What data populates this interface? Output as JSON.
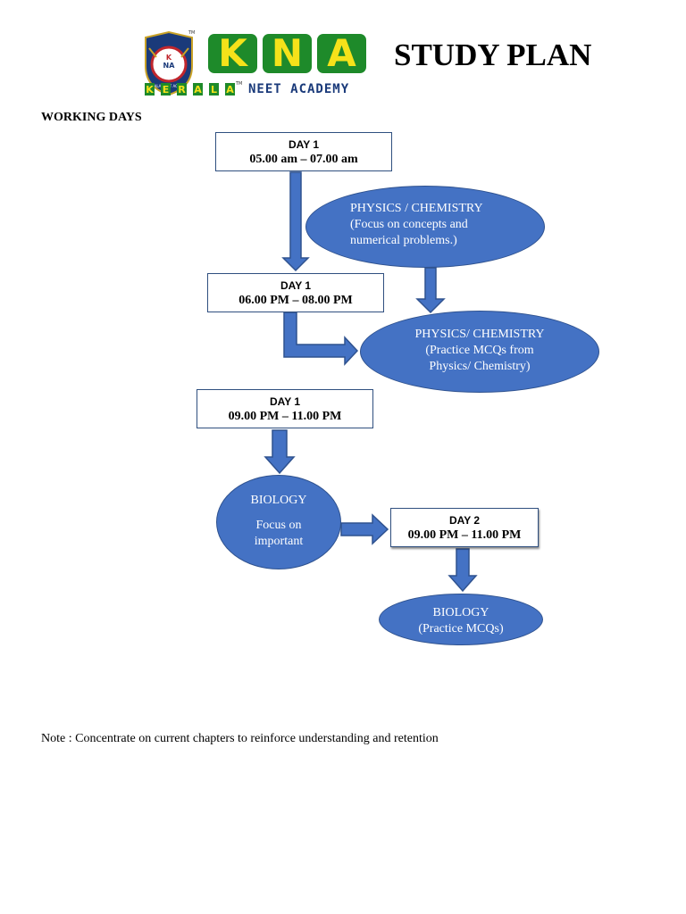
{
  "logo": {
    "badge_letters": [
      "K",
      "N",
      "A"
    ],
    "badge_ring_text": "KERALA NEET ACADEMY",
    "trademark": "TM",
    "letters": [
      "K",
      "N",
      "A"
    ],
    "kerala_letters": [
      "K",
      "E",
      "R",
      "A",
      "L",
      "A"
    ],
    "academy_text": "NEET ACADEMY",
    "colors": {
      "green": "#1e8a2a",
      "yellow": "#f5e21a",
      "navy": "#1a3a7a",
      "red": "#c0262d"
    }
  },
  "title": "STUDY PLAN",
  "section_heading": "WORKING DAYS",
  "boxes": [
    {
      "day": "DAY 1",
      "time": "05.00 am – 07.00 am"
    },
    {
      "day": "DAY 1",
      "time": "06.00 PM – 08.00 PM"
    },
    {
      "day": "DAY 1",
      "time": "09.00 PM – 11.00 PM"
    },
    {
      "day": "DAY 2",
      "time": "09.00 PM – 11.00 PM"
    }
  ],
  "ellipses": [
    {
      "line1": "PHYSICS / CHEMISTRY",
      "line2": "(Focus on concepts and",
      "line3": "numerical problems.)"
    },
    {
      "line1": "PHYSICS/ CHEMISTRY",
      "line2": "(Practice MCQs from",
      "line3": "Physics/ Chemistry)"
    },
    {
      "line1": "BIOLOGY",
      "line2": "Focus on",
      "line3": "important"
    },
    {
      "line1": "BIOLOGY",
      "line2": "(Practice MCQs)"
    }
  ],
  "colors": {
    "shape_fill": "#4472c4",
    "shape_stroke": "#2f528f",
    "box_border": "#2f4f7f"
  },
  "note": "Note : Concentrate on current chapters to reinforce understanding and retention"
}
